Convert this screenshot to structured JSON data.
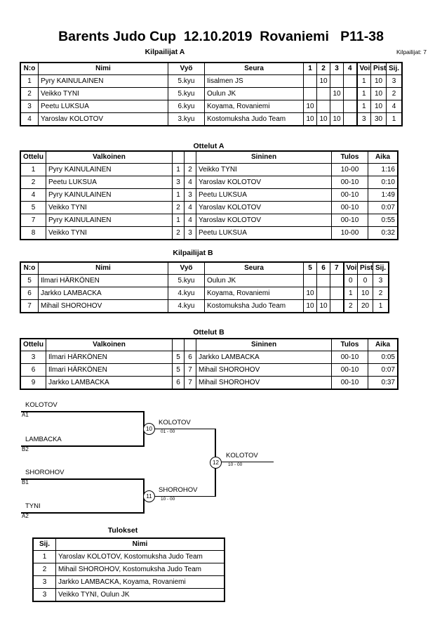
{
  "header": {
    "title": "Barents Judo Cup  12.10.2019  Rovaniemi   P11-38",
    "competitor_count_label": "Kilpailijat: 7"
  },
  "sections": {
    "pool_a_heading": "Kilpailijat A",
    "matches_a_heading": "Ottelut A",
    "pool_b_heading": "Kilpailijat B",
    "matches_b_heading": "Ottelut B",
    "results_heading": "Tulokset"
  },
  "pool_a": {
    "columns": [
      "N:o",
      "Nimi",
      "Vyö",
      "Seura",
      "1",
      "2",
      "3",
      "4",
      "Voit.",
      "Pist.",
      "Sij."
    ],
    "rows": [
      {
        "no": "1",
        "name": "Pyry KAINULAINEN",
        "belt": "5.kyu",
        "club": "Iisalmen JS",
        "m1": "",
        "m2": "10",
        "m3": "",
        "m4": "",
        "wins": "1",
        "points": "10",
        "place": "3"
      },
      {
        "no": "2",
        "name": "Veikko TYNI",
        "belt": "5.kyu",
        "club": "Oulun JK",
        "m1": "",
        "m2": "",
        "m3": "10",
        "m4": "",
        "wins": "1",
        "points": "10",
        "place": "2"
      },
      {
        "no": "3",
        "name": "Peetu LUKSUA",
        "belt": "6.kyu",
        "club": "Koyama, Rovaniemi",
        "m1": "10",
        "m2": "",
        "m3": "",
        "m4": "",
        "wins": "1",
        "points": "10",
        "place": "4"
      },
      {
        "no": "4",
        "name": "Yaroslav KOLOTOV",
        "belt": "3.kyu",
        "club": "Kostomuksha Judo Team",
        "m1": "10",
        "m2": "10",
        "m3": "10",
        "m4": "",
        "wins": "3",
        "points": "30",
        "place": "1"
      }
    ]
  },
  "matches_a": {
    "columns": [
      "Ottelu",
      "Valkoinen",
      "",
      "",
      "Sininen",
      "Tulos",
      "Aika"
    ],
    "rows": [
      {
        "match": "1",
        "white": "Pyry KAINULAINEN",
        "wno": "1",
        "bno": "2",
        "blue": "Veikko TYNI",
        "result": "10-00",
        "time": "1:16"
      },
      {
        "match": "2",
        "white": "Peetu LUKSUA",
        "wno": "3",
        "bno": "4",
        "blue": "Yaroslav KOLOTOV",
        "result": "00-10",
        "time": "0:10"
      },
      {
        "match": "4",
        "white": "Pyry KAINULAINEN",
        "wno": "1",
        "bno": "3",
        "blue": "Peetu LUKSUA",
        "result": "00-10",
        "time": "1:49"
      },
      {
        "match": "5",
        "white": "Veikko TYNI",
        "wno": "2",
        "bno": "4",
        "blue": "Yaroslav KOLOTOV",
        "result": "00-10",
        "time": "0:07"
      },
      {
        "match": "7",
        "white": "Pyry KAINULAINEN",
        "wno": "1",
        "bno": "4",
        "blue": "Yaroslav KOLOTOV",
        "result": "00-10",
        "time": "0:55"
      },
      {
        "match": "8",
        "white": "Veikko TYNI",
        "wno": "2",
        "bno": "3",
        "blue": "Peetu LUKSUA",
        "result": "10-00",
        "time": "0:32"
      }
    ]
  },
  "pool_b": {
    "columns": [
      "N:o",
      "Nimi",
      "Vyö",
      "Seura",
      "5",
      "6",
      "7",
      "Voit.",
      "Pist.",
      "Sij."
    ],
    "rows": [
      {
        "no": "5",
        "name": "Ilmari HÄRKÖNEN",
        "belt": "5.kyu",
        "club": "Oulun JK",
        "m1": "",
        "m2": "",
        "m3": "",
        "wins": "0",
        "points": "0",
        "place": "3"
      },
      {
        "no": "6",
        "name": "Jarkko LAMBACKA",
        "belt": "4.kyu",
        "club": "Koyama, Rovaniemi",
        "m1": "10",
        "m2": "",
        "m3": "",
        "wins": "1",
        "points": "10",
        "place": "2"
      },
      {
        "no": "7",
        "name": "Mihail SHOROHOV",
        "belt": "4.kyu",
        "club": "Kostomuksha Judo Team",
        "m1": "10",
        "m2": "10",
        "m3": "",
        "wins": "2",
        "points": "20",
        "place": "1"
      }
    ]
  },
  "matches_b": {
    "columns": [
      "Ottelu",
      "Valkoinen",
      "",
      "",
      "Sininen",
      "Tulos",
      "Aika"
    ],
    "rows": [
      {
        "match": "3",
        "white": "Ilmari HÄRKÖNEN",
        "wno": "5",
        "bno": "6",
        "blue": "Jarkko LAMBACKA",
        "result": "00-10",
        "time": "0:05"
      },
      {
        "match": "6",
        "white": "Ilmari HÄRKÖNEN",
        "wno": "5",
        "bno": "7",
        "blue": "Mihail SHOROHOV",
        "result": "00-10",
        "time": "0:07"
      },
      {
        "match": "9",
        "white": "Jarkko LAMBACKA",
        "wno": "6",
        "bno": "7",
        "blue": "Mihail SHOROHOV",
        "result": "00-10",
        "time": "0:37"
      }
    ]
  },
  "bracket": {
    "entrants": [
      {
        "name": "KOLOTOV",
        "seed": "A1"
      },
      {
        "name": "LAMBACKA",
        "seed": "B2"
      },
      {
        "name": "SHOROHOV",
        "seed": "B1"
      },
      {
        "name": "TYNI",
        "seed": "A2"
      }
    ],
    "semifinal_upper": {
      "number": "10",
      "winner": "KOLOTOV",
      "score": "01 - 00"
    },
    "semifinal_lower": {
      "number": "11",
      "winner": "SHOROHOV",
      "score": "10 - 00"
    },
    "final": {
      "number": "12",
      "winner": "KOLOTOV",
      "score": "10 - 00"
    }
  },
  "results": {
    "columns": [
      "Sij.",
      "Nimi"
    ],
    "rows": [
      {
        "place": "1",
        "name": "Yaroslav KOLOTOV, Kostomuksha Judo Team"
      },
      {
        "place": "2",
        "name": "Mihail SHOROHOV, Kostomuksha Judo Team"
      },
      {
        "place": "3",
        "name": "Jarkko LAMBACKA, Koyama, Rovaniemi"
      },
      {
        "place": "3",
        "name": "Veikko TYNI, Oulun JK"
      }
    ]
  }
}
